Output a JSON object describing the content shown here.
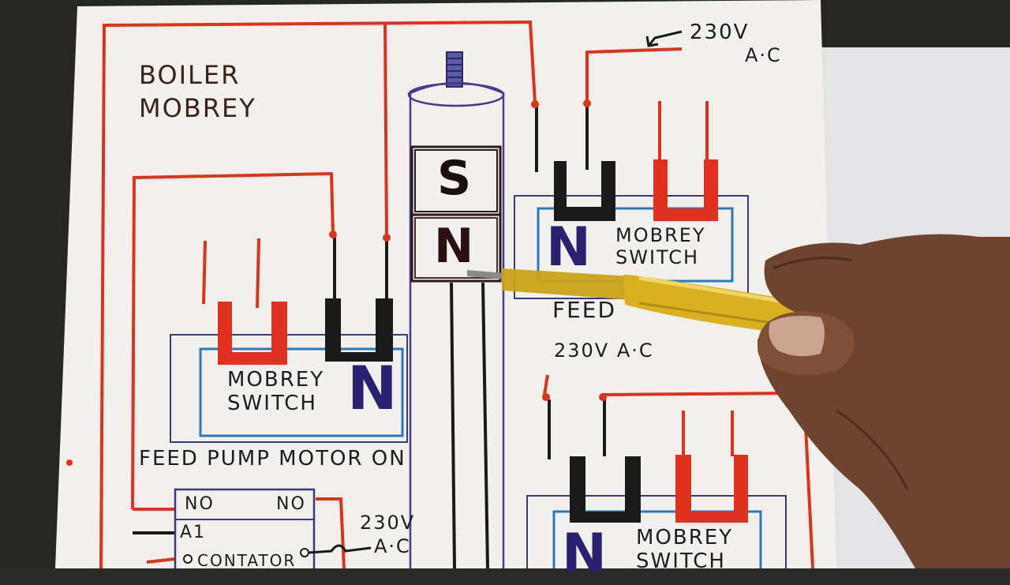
{
  "diagram": {
    "title_line1": "BOILER",
    "title_line2": "MOBREY",
    "magnet_south": "S",
    "magnet_north": "N",
    "switch_top_right": {
      "letter": "N",
      "label_line1": "MOBREY",
      "label_line2": "SWITCH",
      "caption": "FEED"
    },
    "switch_left": {
      "letter": "N",
      "label_line1": "MOBREY",
      "label_line2": "SWITCH",
      "caption": "FEED PUMP MOTOR ON"
    },
    "switch_bottom_right": {
      "letter": "N",
      "label_line1": "MOBREY",
      "label_line2": "SWITCH"
    },
    "supply_top": {
      "line1": "230V",
      "line2": "A·C"
    },
    "supply_middle": "230V A·C",
    "supply_contactor": {
      "line1": "230V",
      "line2": "A·C"
    },
    "contactor": {
      "no_left": "NO",
      "no_right": "NO",
      "terminal": "A1",
      "label": "CONTATOR"
    }
  },
  "colors": {
    "paper": "#f1f0ec",
    "wire_red": "#e0301e",
    "wire_black": "#1a1a1a",
    "switch_outline": "#2a7ab8",
    "box_outline": "#3a3a7a",
    "letter_n": "#2a2070",
    "tester_yellow": "#d8b020",
    "skin": "#7a4a32"
  }
}
